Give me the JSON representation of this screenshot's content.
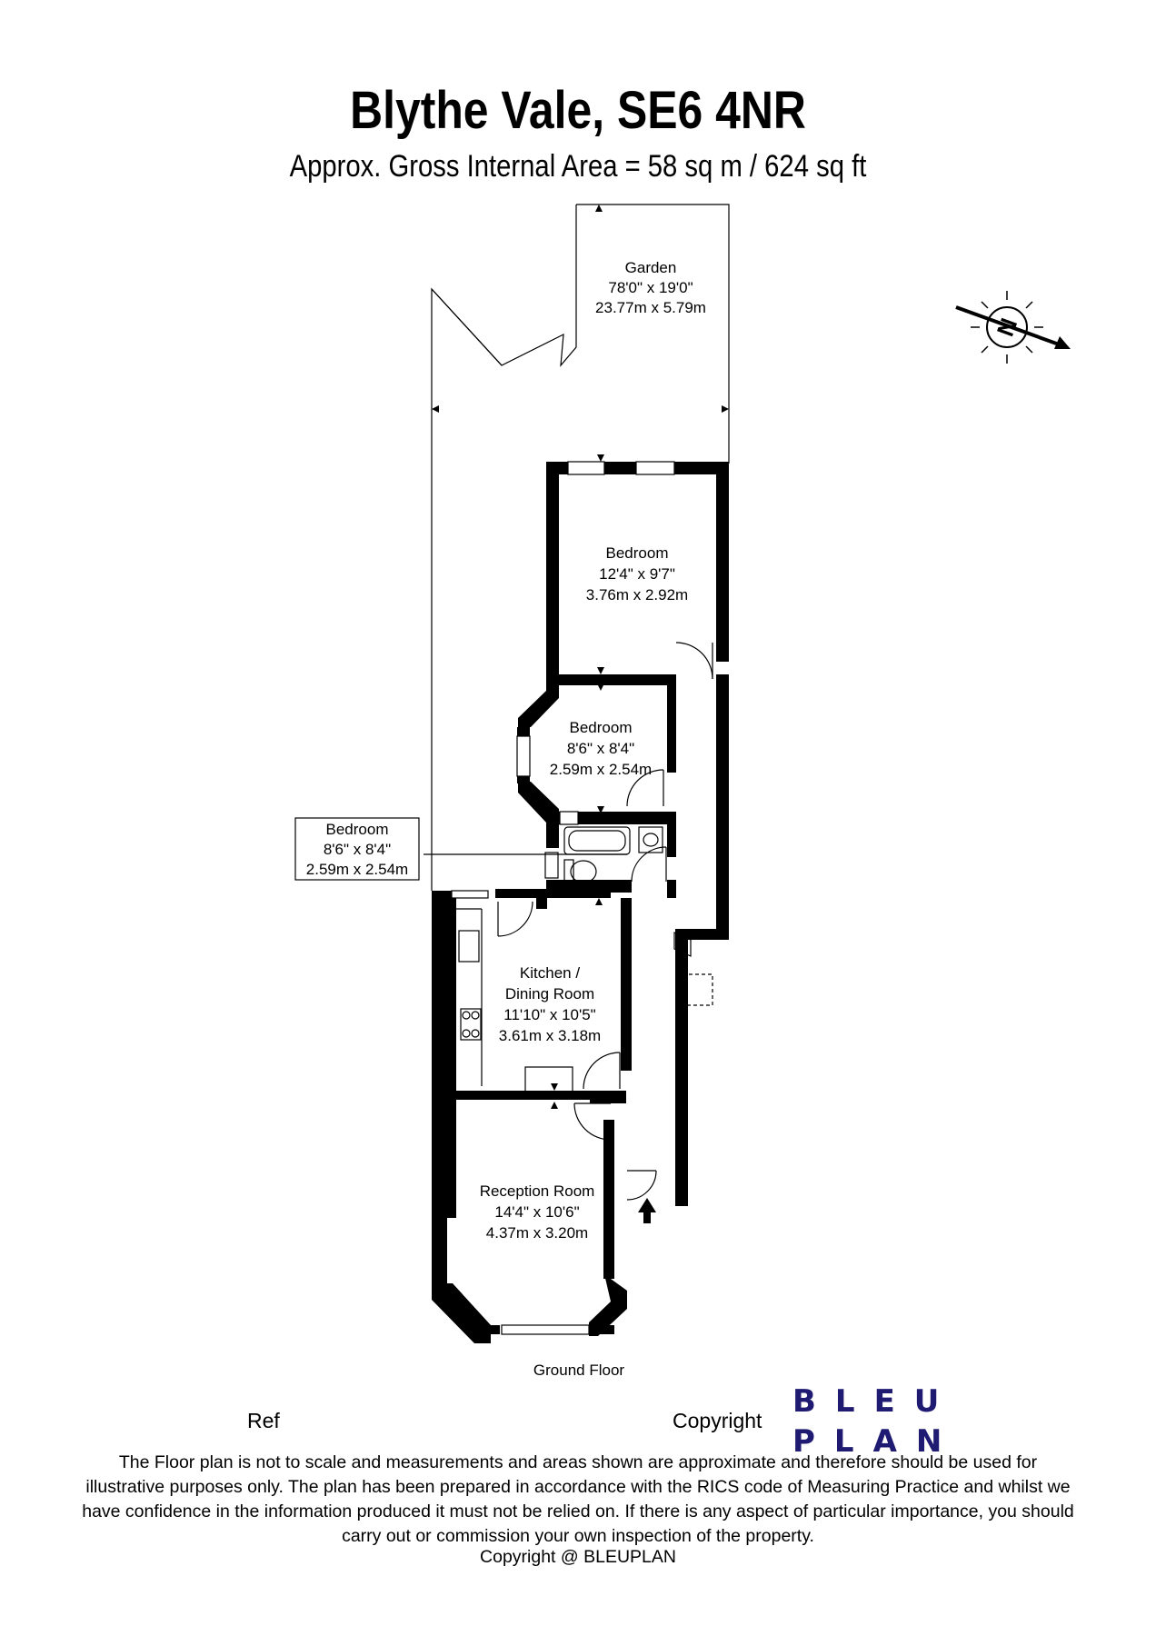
{
  "header": {
    "title": "Blythe Vale, SE6 4NR",
    "subtitle": "Approx. Gross Internal Area = 58 sq m / 624 sq ft"
  },
  "rooms": [
    {
      "id": "garden",
      "name": "Garden",
      "imperial": "78'0\" x 19'0\"",
      "metric": "23.77m x 5.79m"
    },
    {
      "id": "bedroom-1",
      "name": "Bedroom",
      "imperial": "12'4\" x 9'7\"",
      "metric": "3.76m x 2.92m"
    },
    {
      "id": "bedroom-2",
      "name": "Bedroom",
      "imperial": "8'6\" x 8'4\"",
      "metric": "2.59m x 2.54m"
    },
    {
      "id": "bedroom-callout",
      "name": "Bedroom",
      "imperial": "8'6\" x 8'4\"",
      "metric": "2.59m x 2.54m"
    },
    {
      "id": "kitchen",
      "name": "Kitchen /",
      "name2": "Dining Room",
      "imperial": "11'10\" x 10'5\"",
      "metric": "3.61m x 3.18m"
    },
    {
      "id": "reception",
      "name": "Reception Room",
      "imperial": "14'4\" x 10'6\"",
      "metric": "4.37m x 3.20m"
    }
  ],
  "floor_label": "Ground Floor",
  "compass": {
    "direction_letter": "N",
    "icon": "compass-icon"
  },
  "footer": {
    "ref_label": "Ref",
    "copyright_label": "Copyright",
    "logo_line1": "BLEU",
    "logo_line2": "PLAN",
    "logo_color": "#1f1a72",
    "disclaimer_lines": [
      "The Floor plan is not to scale and measurements and areas shown are approximate and therefore should be used for",
      "illustrative purposes only. The plan has been prepared in accordance with the RICS code of Measuring Practice and whilst we",
      "have confidence in the information produced it must not be relied on. If there is any aspect of particular importance, you should",
      "carry out or commission your own inspection of the property."
    ],
    "copyright_line": "Copyright @ BLEUPLAN"
  }
}
